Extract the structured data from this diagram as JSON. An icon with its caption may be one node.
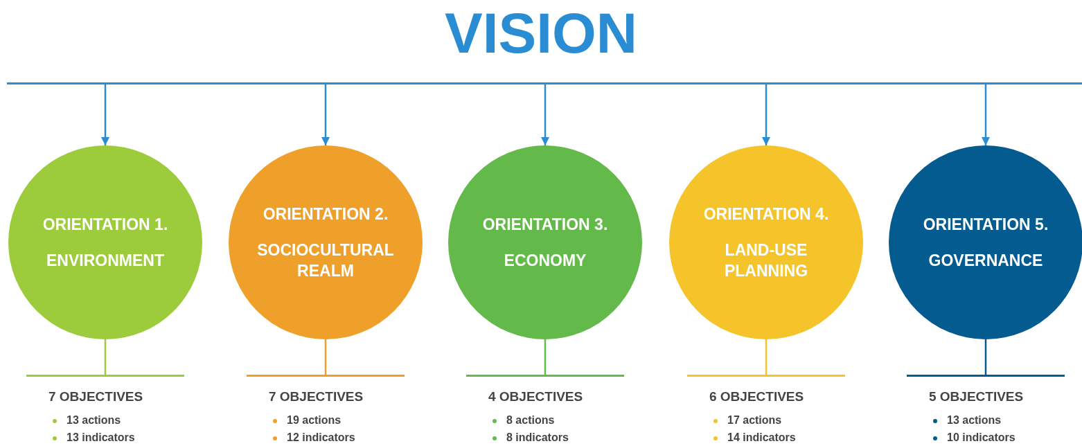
{
  "diagram": {
    "title": "VISION",
    "nodes": [
      {
        "text": [],
        "shape": "bar"
      },
      {
        "text": [
          "ORIENTATION 1.",
          "ENVIRONMENT"
        ]
      },
      {
        "text": [
          "ORIENTATION 2.",
          "SOCIOCULTURAL REALM"
        ]
      },
      {
        "text": [
          "ORIENTATION 3.",
          "ECONOMY"
        ]
      },
      {
        "text": [
          "ORIENTATION 4.",
          "LAND-USE PLANNING"
        ]
      },
      {
        "text": [
          "ORIENTATION 5.",
          "GOVERNANCE"
        ]
      },
      {
        "text": [
          "7 OBJECTIVES",
          "13 actions",
          "13 indicators"
        ]
      },
      {
        "text": [
          "7 OBJECTIVES",
          "19 actions",
          "12 indicators"
        ]
      },
      {
        "text": [
          "4 OBJECTIVES",
          "8 actions",
          "8 indicators"
        ]
      },
      {
        "text": [
          "6 OBJECTIVES",
          "17 actions",
          "14 indicators"
        ]
      },
      {
        "text": [
          "5 OBJECTIVES",
          "13 actions",
          "10 indicators"
        ]
      }
    ],
    "edges": [
      {
        "from": 0,
        "to": 1,
        "arrow": "to"
      },
      {
        "from": 0,
        "to": 2,
        "arrow": "to"
      },
      {
        "from": 0,
        "to": 3,
        "arrow": "to"
      },
      {
        "from": 0,
        "to": 4,
        "arrow": "to"
      },
      {
        "from": 0,
        "to": 5,
        "arrow": "to"
      },
      {
        "from": 1,
        "to": 6,
        "arrow": "none",
        "color": "#9ccb3b"
      },
      {
        "from": 2,
        "to": 7,
        "arrow": "none",
        "color": "#eea02a"
      },
      {
        "from": 3,
        "to": 8,
        "arrow": "none",
        "color": "#63b94a"
      },
      {
        "from": 4,
        "to": 9,
        "arrow": "none",
        "color": "#f4c42a"
      },
      {
        "from": 5,
        "to": 10,
        "arrow": "none",
        "color": "#045b8f"
      }
    ]
  }
}
